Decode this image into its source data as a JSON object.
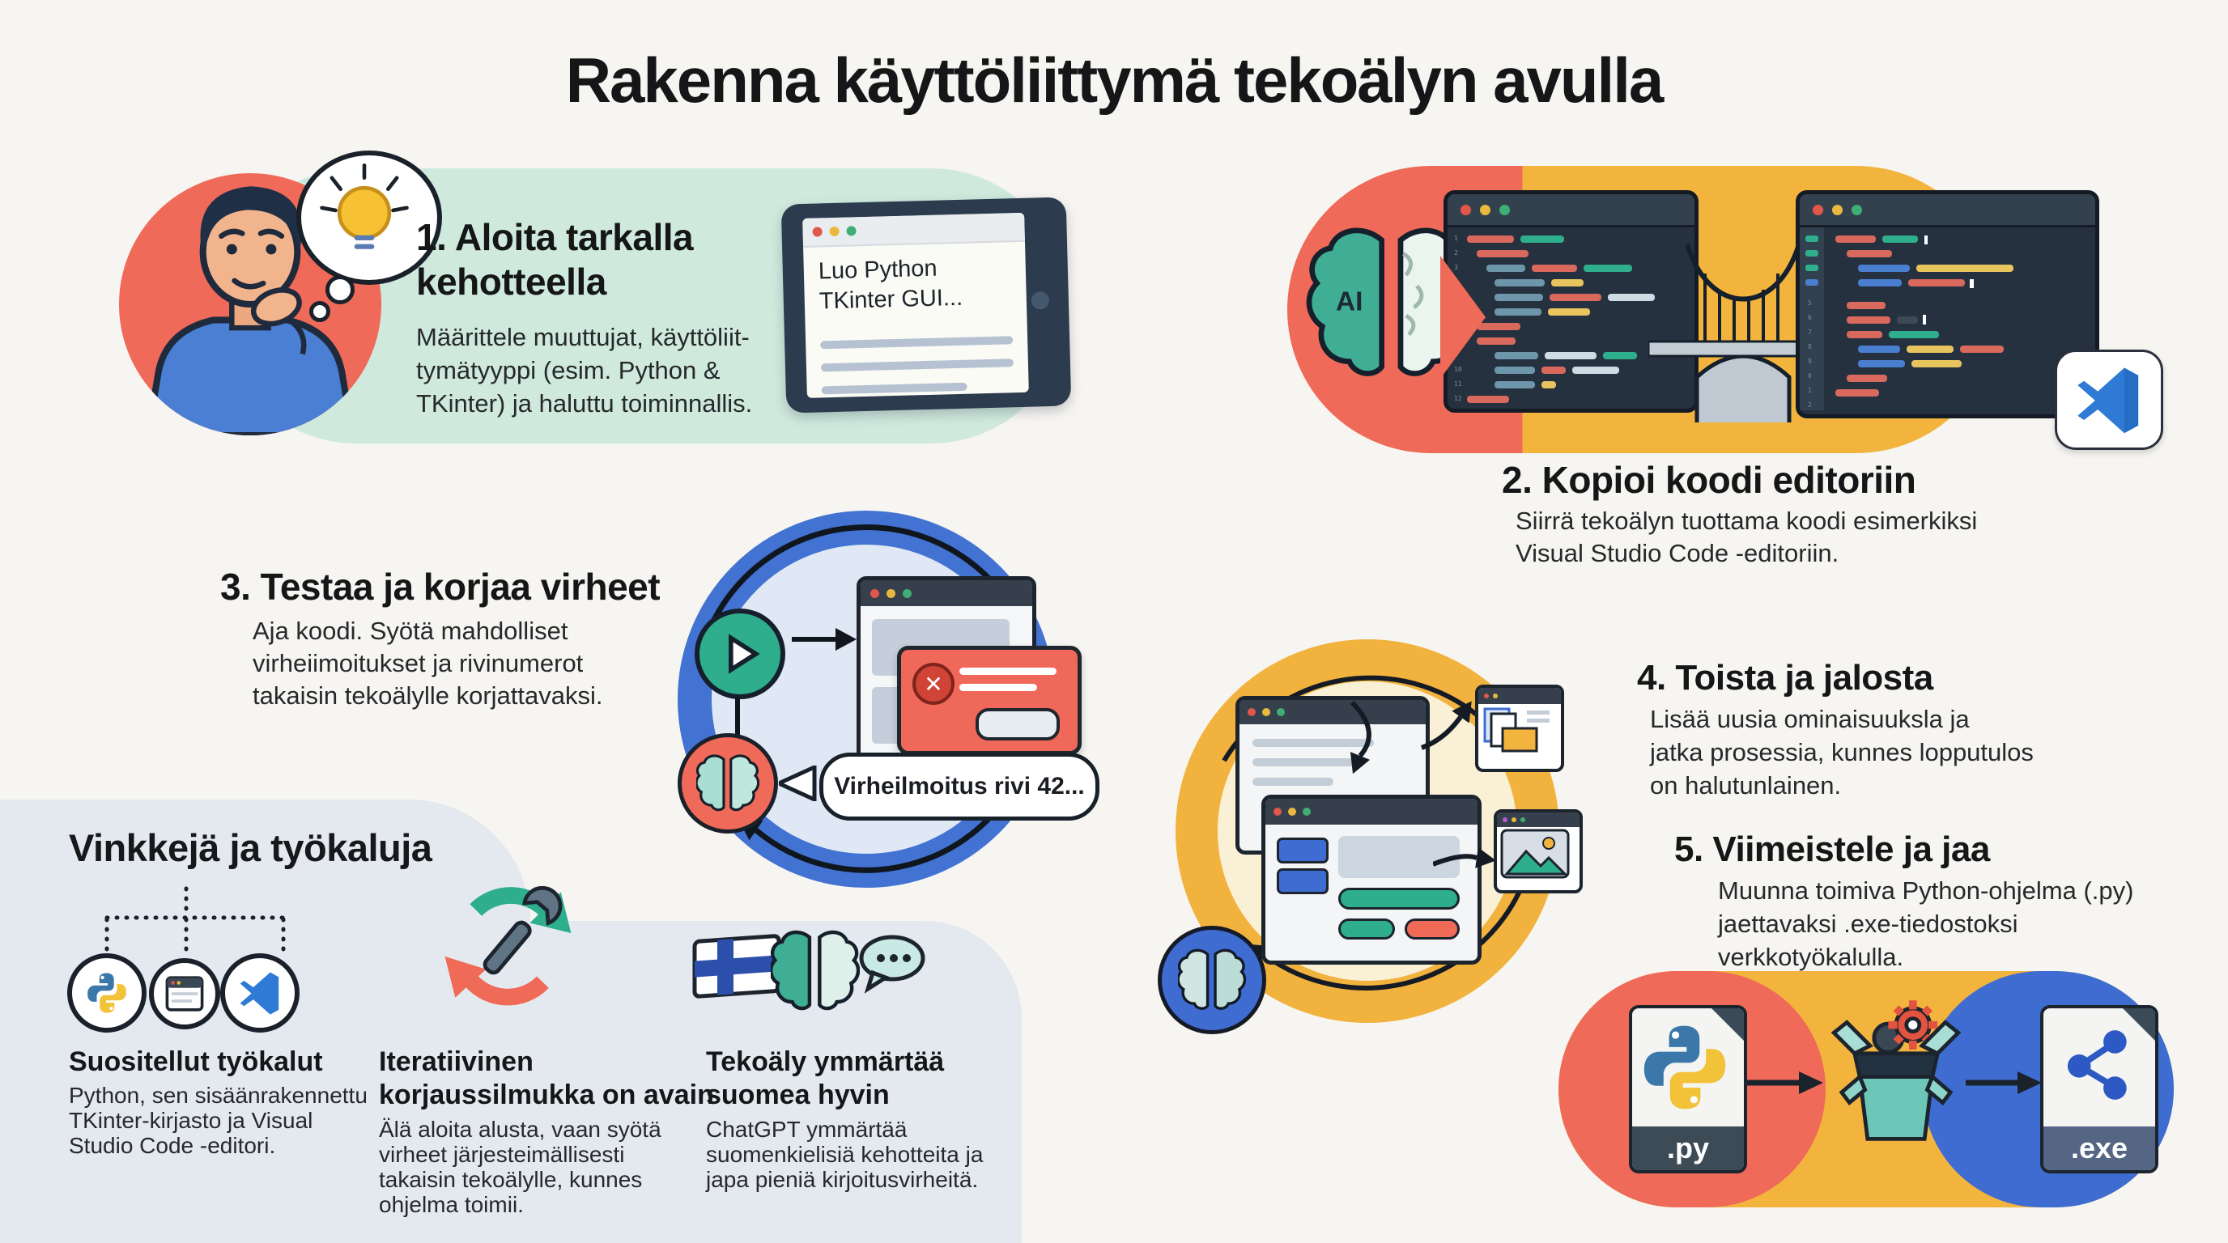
{
  "title": "Rakenna käyttöliittymä tekoälyn avulla",
  "ai_brain_label": "AI",
  "steps": {
    "step1": {
      "heading": "1. Aloita tarkalla\nkehotteella",
      "body": "Määrittele muuttujat, käyttöliit-\ntymätyyppi (esim. Python &\nTKinter) ja haluttu toiminnallis.",
      "tablet_prompt": "Luo Python\nTKinter GUI..."
    },
    "step2": {
      "heading": "2. Kopioi koodi editoriin",
      "body": "Siirrä tekoälyn tuottama koodi esimerkiksi\nVisual Studio Code -editoriin."
    },
    "step3": {
      "heading": "3. Testaa ja korjaa virheet",
      "body": "Aja koodi. Syötä mahdolliset\nvirheiimoitukset ja rivinumerot\ntakaisin tekoälylle korjattavaksi.",
      "error_bubble": "Virheilmoitus rivi 42..."
    },
    "step4": {
      "heading": "4. Toista ja jalosta",
      "body": "Lisää uusia ominaisuuksla ja\njatka prosessia, kunnes lopputulos\non halutunlainen."
    },
    "step5": {
      "heading": "5. Viimeistele ja jaa",
      "body": "Muunna toimiva Python-ohjelma (.py)\njaettavaksi .exe-tiedostoksi\nverkkotyökalulla."
    }
  },
  "tips": {
    "title": "Vinkkejä ja työkaluja",
    "items": [
      {
        "heading": "Suositellut työkalut",
        "body": "Python, sen sisäänrakennettu\nTKinter-kirjasto ja Visual\nStudio Code -editori."
      },
      {
        "heading": "Iteratiivinen\nkorjaussilmukka on avain",
        "body": "Älä aloita alusta, vaan syötä\nvirheet järjesteimällisesti\ntakaisin tekoälylle, kunnes\nohjelma toimii."
      },
      {
        "heading": "Tekoäly ymmärtää\nsuomea hyvin",
        "body": "ChatGPT ymmärtää\nsuomenkielisiä kehotteita ja\njapa pieniä kirjoitusvirheitä."
      }
    ]
  },
  "pipeline": {
    "source_label": ".py",
    "target_label": ".exe"
  },
  "palette": {
    "background": "#f7f5f1",
    "mint": "#cfe9dd",
    "salmon": "#ef6a58",
    "yellow": "#f3b43e",
    "blue": "#4273d2",
    "teal": "#2fae8e",
    "navy_window": "#263140",
    "tips_panel": "#e4e9f0",
    "text": "#17181a"
  }
}
